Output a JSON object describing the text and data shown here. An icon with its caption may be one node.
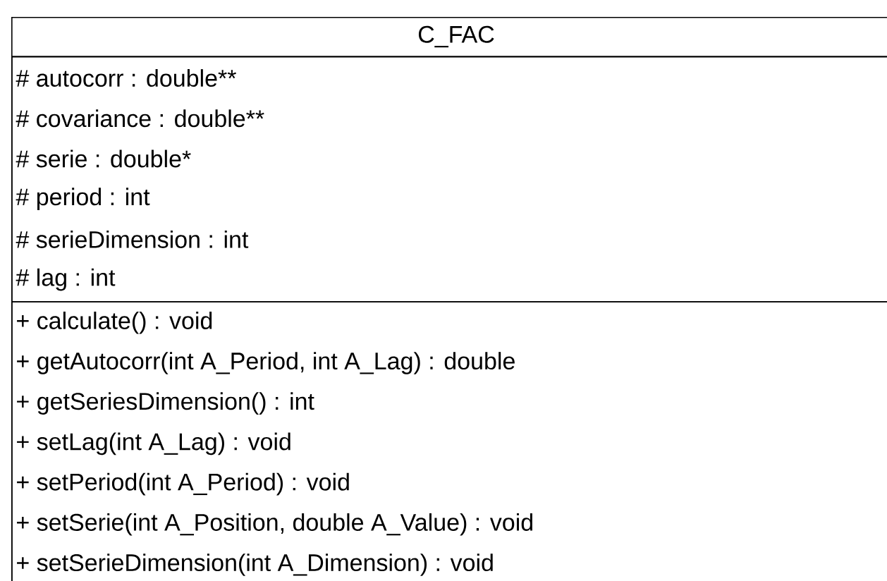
{
  "diagram": {
    "nodes": [
      {
        "text": [
          "C_FAC"
        ]
      },
      {
        "text": [
          "# autocorr : double**",
          "# covariance : double**",
          "# serie : double*",
          "# period : int",
          "# serieDimension : int",
          "# lag : int"
        ],
        "in": 0
      },
      {
        "text": [
          "+ calculate() : void",
          "+ getAutocorr(int A_Period, int A_Lag) : double",
          "+ getSeriesDimension() : int",
          "+ setLag(int A_Lag) : void",
          "+ setPeriod(int A_Period) : void",
          "+ setSerie(int A_Position, double A_Value) : void",
          "+ setSerieDimension(int A_Dimension) : void"
        ],
        "in": 0
      }
    ]
  }
}
